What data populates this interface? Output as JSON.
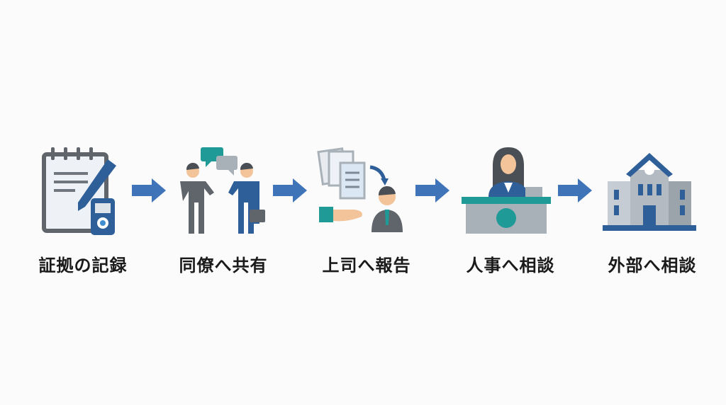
{
  "diagram": {
    "type": "process-flow",
    "steps": [
      {
        "label": "証拠の記録",
        "icon": "notepad-pen-recorder-icon"
      },
      {
        "label": "同僚へ共有",
        "icon": "colleagues-talking-icon"
      },
      {
        "label": "上司へ報告",
        "icon": "report-to-boss-icon"
      },
      {
        "label": "人事へ相談",
        "icon": "hr-reception-desk-icon"
      },
      {
        "label": "外部へ相談",
        "icon": "external-building-icon"
      }
    ],
    "arrow_icon": "right-arrow-icon",
    "colors": {
      "primary_blue": "#2f5f99",
      "arrow_blue": "#3f74b8",
      "teal": "#1f9a96",
      "gray": "#5f656b",
      "light_gray": "#a9b1b8",
      "skin": "#f3c49a"
    }
  }
}
